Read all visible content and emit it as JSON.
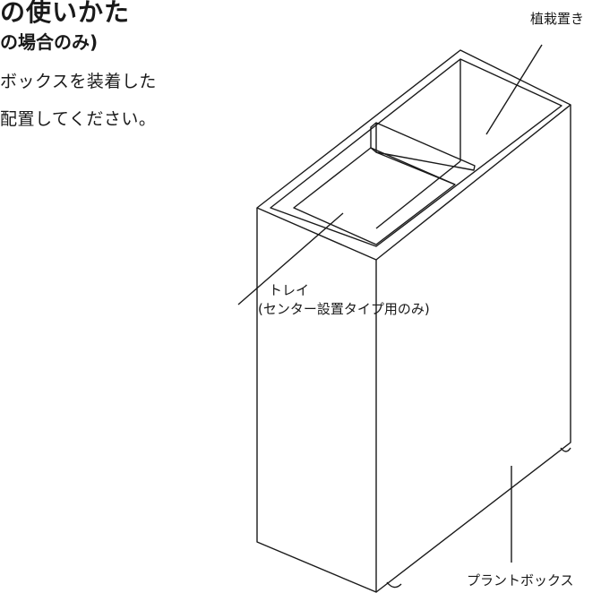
{
  "heading": {
    "title_fragment": "の使いかた",
    "subtitle_fragment": "の場合のみ)"
  },
  "instructions": {
    "line1": "ボックスを装着した",
    "line2": "配置してください。"
  },
  "labels": {
    "planting_area": "植栽置き",
    "tray_line1": "トレイ",
    "tray_line2": "(センター設置タイプ用のみ)",
    "plant_box": "プラントボックス"
  },
  "colors": {
    "line": "#1a1a1a",
    "background": "#ffffff"
  }
}
